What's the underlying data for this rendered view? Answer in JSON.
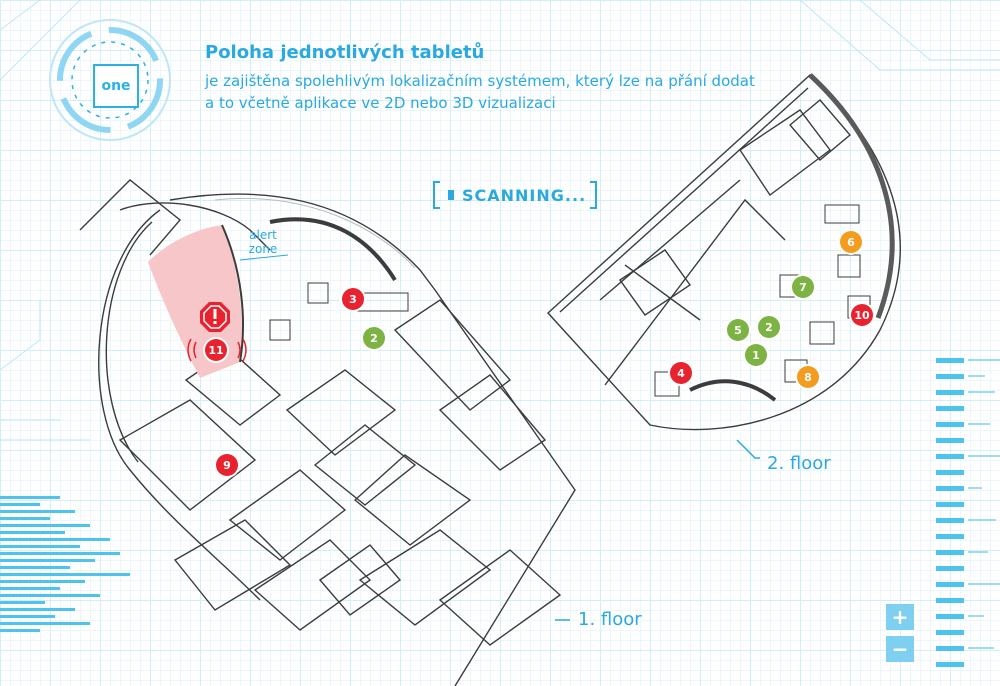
{
  "header": {
    "logo_text": "one",
    "title": "Poloha jednotlivých tabletů",
    "subtitle": "je zajištěna spolehlivým lokalizačním systémem, který lze na přání dodat a to včetně aplikace ve 2D nebo 3D vizualizaci"
  },
  "status": {
    "scanning_label": "SCANNING..."
  },
  "floors": {
    "floor1_label": "1. floor",
    "floor2_label": "2. floor"
  },
  "alert": {
    "zone_label": "alert zone",
    "icon": "warning-octagon-icon"
  },
  "markers": [
    {
      "label": "3",
      "color": "#e8232f",
      "status": "red"
    },
    {
      "label": "2",
      "color": "#7cb342",
      "status": "green"
    },
    {
      "label": "11",
      "color": "#e8232f",
      "status": "red"
    },
    {
      "label": "9",
      "color": "#e8232f",
      "status": "red"
    },
    {
      "label": "6",
      "color": "#f39c1f",
      "status": "orange"
    },
    {
      "label": "7",
      "color": "#7cb342",
      "status": "green"
    },
    {
      "label": "10",
      "color": "#e8232f",
      "status": "red"
    },
    {
      "label": "5",
      "color": "#7cb342",
      "status": "green"
    },
    {
      "label": "2",
      "color": "#7cb342",
      "status": "green"
    },
    {
      "label": "1",
      "color": "#7cb342",
      "status": "green"
    },
    {
      "label": "4",
      "color": "#e8232f",
      "status": "red"
    },
    {
      "label": "8",
      "color": "#f39c1f",
      "status": "orange"
    }
  ],
  "zoom": {
    "in_label": "+",
    "out_label": "−"
  },
  "colors": {
    "accent": "#2aa9e0",
    "alert_fill": "#f7c6c8",
    "alert_red": "#e8232f",
    "status_green": "#7cb342",
    "status_orange": "#f39c1f"
  }
}
